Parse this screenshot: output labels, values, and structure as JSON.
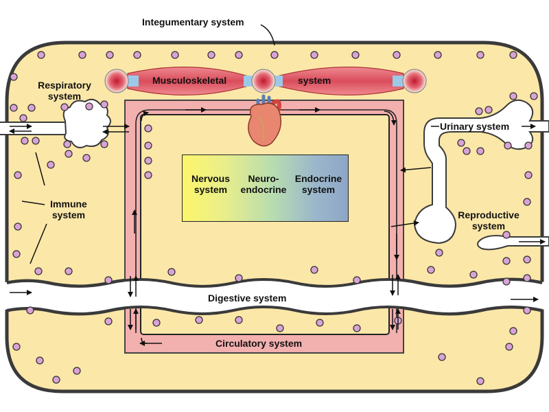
{
  "colors": {
    "body_fill": "#fbe7a8",
    "body_outline": "#3a3a3a",
    "circulation_fill": "#f2b0ae",
    "circulation_outline": "#444444",
    "cell_fill": "#d9a3d6",
    "muscle_fill": "#e05a68",
    "background": "#ffffff"
  },
  "labels": {
    "integumentary": "Integumentary system",
    "musculoskeletal_1": "Musculoskeletal",
    "musculoskeletal_2": "system",
    "respiratory_1": "Respiratory",
    "respiratory_2": "system",
    "immune_1": "Immune",
    "immune_2": "system",
    "urinary": "Urinary system",
    "reproductive_1": "Reproductive",
    "reproductive_2": "system",
    "digestive": "Digestive system",
    "circulatory": "Circulatory system"
  },
  "center_box": {
    "nervous_1": "Nervous",
    "nervous_2": "system",
    "neuro_1": "Neuro-",
    "neuro_2": "endocrine",
    "endocrine_1": "Endocrine",
    "endocrine_2": "system"
  }
}
